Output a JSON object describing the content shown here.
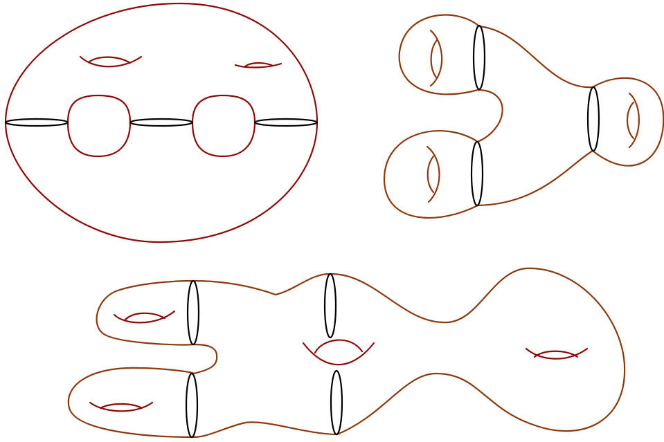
{
  "colors": {
    "background": "#ffffff",
    "surface_dark_red": "#8b0a0a",
    "surface_brown": "#8b3a0f",
    "cutting_curve": "#000000"
  },
  "figures": [
    {
      "name": "genus-two-surface-ring",
      "cutting_curves": 3,
      "handles": 2
    },
    {
      "name": "three-legged-surface",
      "cutting_curves": 3,
      "handles": 3
    },
    {
      "name": "five-region-surface",
      "cutting_curves": 4,
      "handles": 4
    }
  ]
}
